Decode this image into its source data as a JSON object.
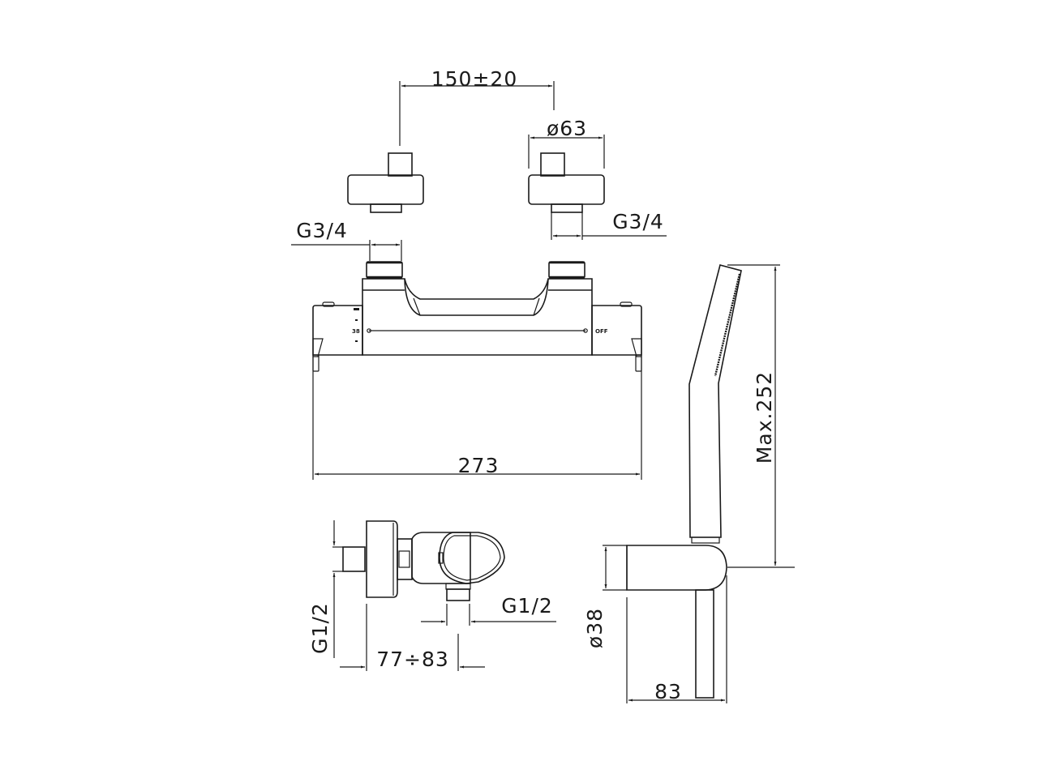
{
  "drawing": {
    "title": "Thermostatic shower mixer with hand shower - dimension drawing",
    "background": "#ffffff",
    "line_color": "#1a1a1a",
    "views": {
      "top": {
        "inlet_spacing": "150±20",
        "flange_diameter": "ø63",
        "left_connection": "G3/4",
        "right_connection": "G3/4"
      },
      "front": {
        "overall_width": "273",
        "left_scale_mark": "38",
        "right_mark": "OFF"
      },
      "side": {
        "inlet_thread": "G1/2",
        "outlet_thread": "G1/2",
        "projection": "77÷83"
      },
      "hand_shower": {
        "max_height": "Max.252",
        "holder_diameter": "ø38",
        "holder_depth": "83"
      }
    }
  }
}
